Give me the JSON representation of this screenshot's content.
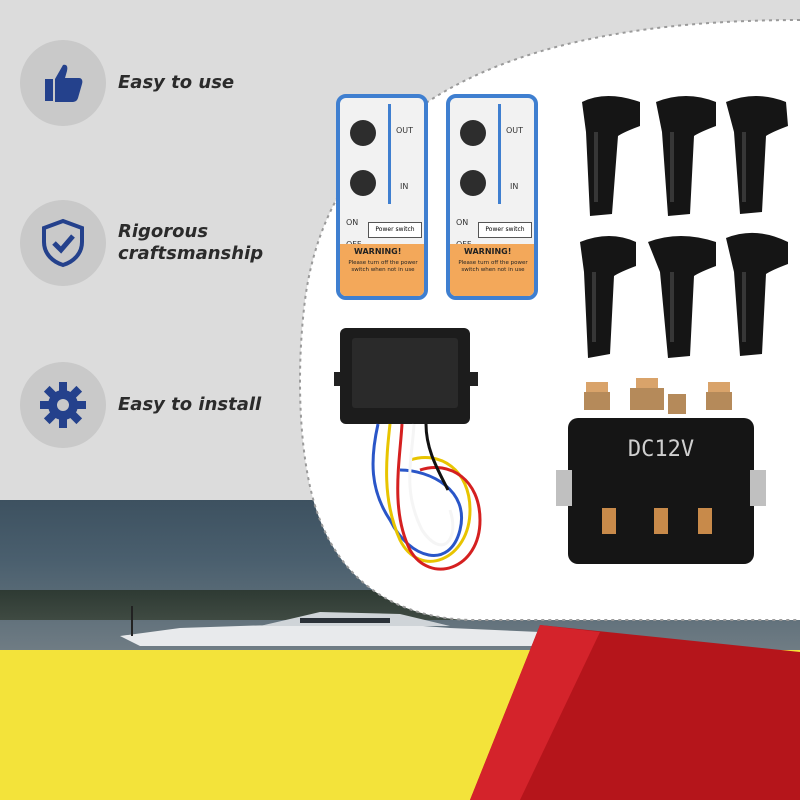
{
  "features": [
    {
      "icon": "thumbs-up-icon",
      "label": "Easy to use"
    },
    {
      "icon": "shield-check-icon",
      "label_line1": "Rigorous",
      "label_line2": "craftsmanship"
    },
    {
      "icon": "gear-icon",
      "label": "Easy to install"
    }
  ],
  "remotes": [
    {
      "out": "OUT",
      "in": "IN",
      "on": "ON",
      "off": "OFF",
      "power_switch": "Power switch",
      "warning_title": "WARNING!",
      "warning_body": "Please turn off the power switch when not in use"
    },
    {
      "out": "OUT",
      "in": "IN",
      "on": "ON",
      "off": "OFF",
      "power_switch": "Power switch",
      "warning_title": "WARNING!",
      "warning_body": "Please turn off the power switch when not in use"
    }
  ],
  "contactor_label": "DC12V",
  "colors": {
    "accent_blue": "#24418c",
    "remote_blue": "#3f7fd0",
    "warning_orange": "#f3a85a",
    "background_gray": "#dcdcdc",
    "yellow": "#f3e33a",
    "red": "#b5151b"
  }
}
